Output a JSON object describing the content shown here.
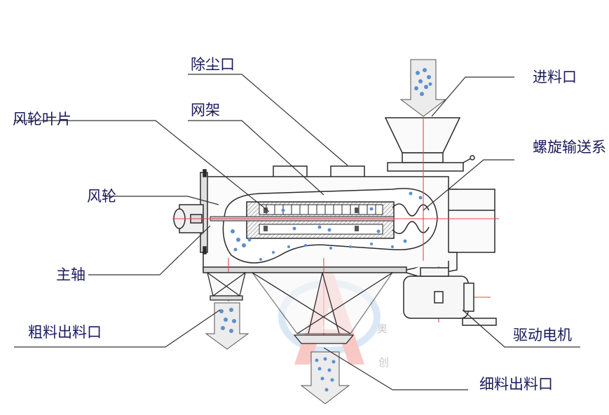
{
  "labels": {
    "dust_outlet": "除尘口",
    "mesh_frame": "网架",
    "feed_inlet": "进料口",
    "impeller_blade": "风轮叶片",
    "screw_conveyor": "螺旋输送系",
    "impeller": "风轮",
    "main_shaft": "主轴",
    "coarse_outlet": "粗料出料口",
    "drive_motor": "驱动电机",
    "fine_outlet": "细料出料口"
  },
  "watermark": {
    "line1": "奥",
    "line2": "创"
  },
  "colors": {
    "label_text": "#1b1b5e",
    "outline": "#2a2a2a",
    "leader": "#333333",
    "centerline": "#e8463f",
    "arrow_fill": "#e9e9e9",
    "particles": "#5d8fd0",
    "logo_red": "#e8463f",
    "logo_blue": "#bcd6f0"
  }
}
